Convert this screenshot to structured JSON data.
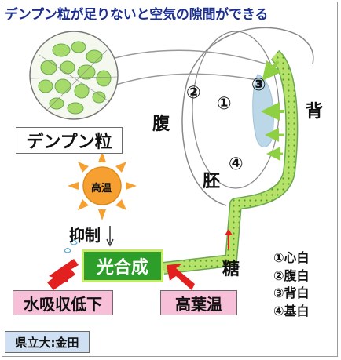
{
  "title": "デンプン粒が足りないと空気の隙間ができる",
  "labels": {
    "starch_grain": "デンプン粒",
    "high_temp_sun": "高温",
    "ventral": "腹",
    "dorsal": "背",
    "embryo": "胚",
    "inhibition": "抑制",
    "photosynthesis": "光合成",
    "sugar": "糖",
    "water_uptake_decline": "水吸収低下",
    "high_leaf_temp": "高葉温",
    "credit": "県立大:金田"
  },
  "regions": [
    "②",
    "①",
    "③",
    "④"
  ],
  "legend": [
    "①心白",
    "②腹白",
    "③背白",
    "④基白"
  ],
  "colors": {
    "title": "#1c2f8f",
    "green": "#2e9e2a",
    "lightgreen": "#b7e26a",
    "pink": "#f7c0d8",
    "red_arrow": "#e32020",
    "sun": "#f5a031",
    "credit_bg": "#cfe0f4",
    "chalky": "#bcd7e8"
  }
}
